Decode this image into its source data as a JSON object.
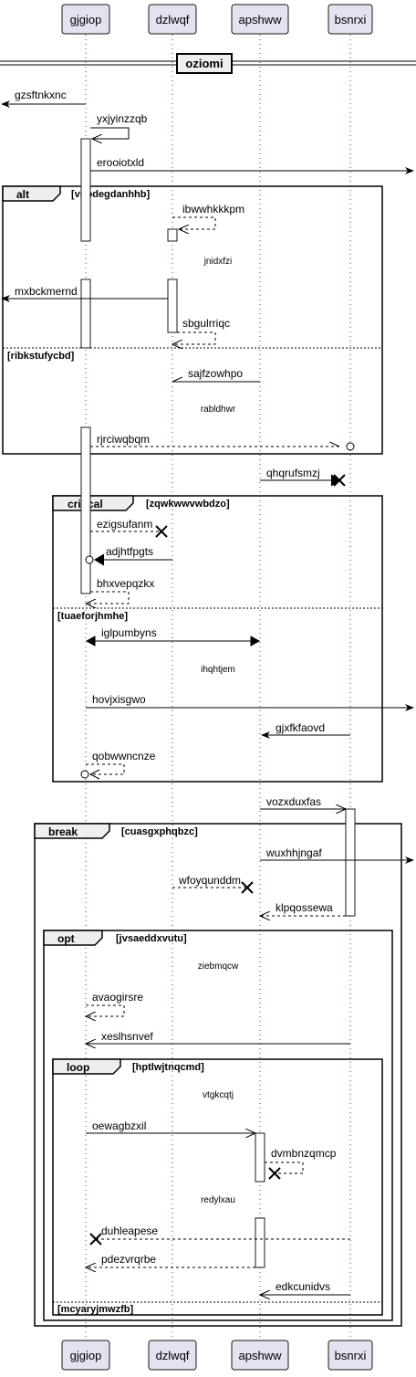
{
  "participants": [
    "gjgiop",
    "dzlwqf",
    "apshww",
    "bsnrxi"
  ],
  "divider": "oziomi",
  "messages": {
    "m1": "gzsftnkxnc",
    "m2": "yxjyinzzqb",
    "m3": "erooiotxld",
    "m4": "ibwwhkkkpm",
    "m5": "mxbckmernd",
    "m6": "sbgulrriqc",
    "m7": "sajfzowhpo",
    "m8": "rjrciwqbqm",
    "m9": "qhqrufsmzj",
    "m10": "ezigsufanm",
    "m11": "adjhtfpgts",
    "m12": "bhxvepqzkx",
    "m13": "iglpumbyns",
    "m14": "hovjxisgwo",
    "m15": "gjxfkfaovd",
    "m16": "qobwwncnze",
    "m17": "vozxduxfas",
    "m18": "wuxhhjngaf",
    "m19": "wfoyqunddm",
    "m20": "klpqossewa",
    "m21": "avaogirsre",
    "m22": "xeslhsnvef",
    "m23": "oewagbzxil",
    "m24": "dvmbnzqmcp",
    "m25": "duhleapese",
    "m26": "pdezvrqrbe",
    "m27": "edkcunidvs"
  },
  "delays": {
    "d1": "jnidxfzi",
    "d2": "rabldhwr",
    "d3": "ihqhtjem",
    "d4": "ziebmqcw",
    "d5": "vtgkcqtj",
    "d6": "redylxau"
  },
  "frames": {
    "alt": {
      "kind": "alt",
      "guard": "[vopdegdanhhb]",
      "else_guard": "[ribkstufycbd]"
    },
    "critical": {
      "kind": "critical",
      "guard": "[zqwkwwvwbdzo]",
      "else_guard": "[tuaeforjhmhe]"
    },
    "break": {
      "kind": "break",
      "guard": "[cuasgxphqbzc]"
    },
    "opt": {
      "kind": "opt",
      "guard": "[jvsaeddxvutu]"
    },
    "loop": {
      "kind": "loop",
      "guard": "[hptlwjtnqcmd]",
      "else_guard": "[mcyaryjmwzfb]"
    }
  }
}
